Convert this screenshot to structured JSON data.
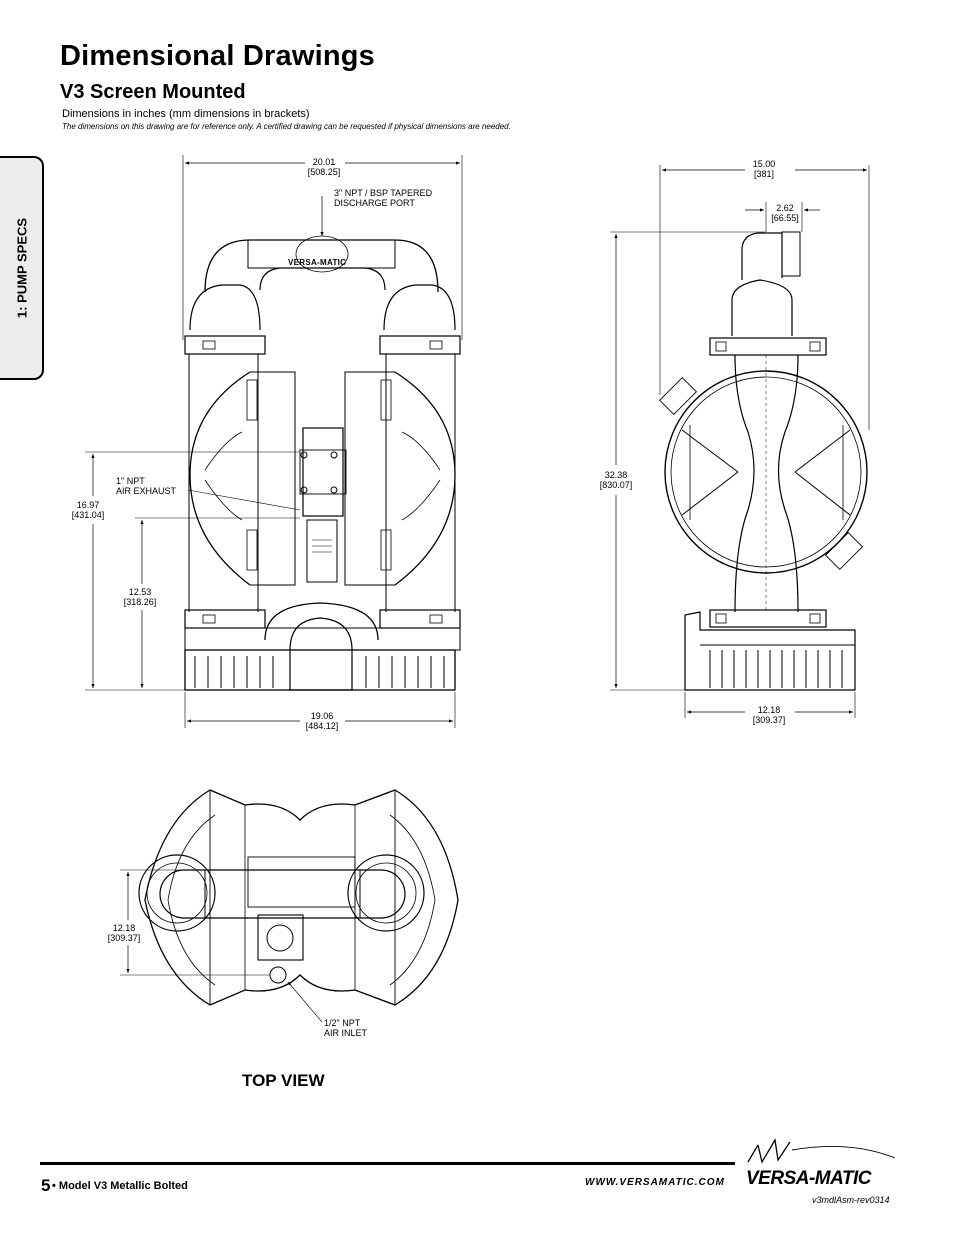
{
  "header": {
    "title": "Dimensional Drawings",
    "subtitle": "V3 Screen Mounted",
    "units_note": "Dimensions in inches (mm dimensions in brackets)",
    "disclaimer": "The dimensions on this drawing are for reference only.  A certified drawing can be requested if physical dimensions are needed."
  },
  "side_tab": {
    "label": "1: PUMP SPECS"
  },
  "front_view": {
    "width_top": "20.01",
    "width_top_mm": "[508.25]",
    "discharge_label_1": "3\" NPT / BSP TAPERED",
    "discharge_label_2": "DISCHARGE PORT",
    "body_logo": "VERSA-MATIC",
    "exhaust_label_1": "1\" NPT",
    "exhaust_label_2": "AIR EXHAUST",
    "height_exhaust": "16.97",
    "height_exhaust_mm": "[431.04]",
    "height_inlet": "12.53",
    "height_inlet_mm": "[318.26]",
    "width_base": "19.06",
    "width_base_mm": "[484.12]"
  },
  "side_view": {
    "depth_top": "15.00",
    "depth_top_mm": "[381]",
    "offset": "2.62",
    "offset_mm": "[66.55]",
    "height_total": "32.38",
    "height_total_mm": "[830.07]",
    "depth_base": "12.18",
    "depth_base_mm": "[309.37]"
  },
  "top_view": {
    "depth": "12.18",
    "depth_mm": "[309.37]",
    "inlet_label_1": "1/2\" NPT",
    "inlet_label_2": "AIR INLET",
    "caption": "TOP VIEW"
  },
  "footer": {
    "page_number": "5",
    "model": "• Model V3 Metallic Bolted",
    "website": "WWW.VERSAMATIC.COM",
    "brand": "VERSA-MATIC",
    "revision": "v3mdlAsm-rev0314"
  }
}
